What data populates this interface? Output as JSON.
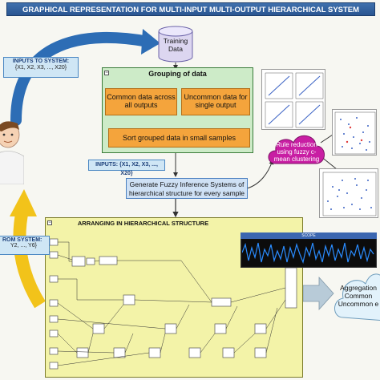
{
  "title": "GRAPHICAL REPRESENTATION FOR MULTI-INPUT MULTI-OUTPUT HIERARCHICAL SYSTEM",
  "training_data": "Training Data",
  "inputs_to_system": {
    "heading": "INPUTS TO SYSTEM:",
    "vars": "{X1, X2, X3, ..., X20}"
  },
  "grouping": {
    "title": "Grouping of data",
    "common": "Common data across all outputs",
    "uncommon": "Uncommon data for single output",
    "sort": "Sort grouped data in small samples"
  },
  "inputs_small": "INPUTS: {X1, X2, X3, ..., X20}",
  "fis": "Generate Fuzzy Inference Systems of hierarchical structure for every sample",
  "rule_reduction": "Rule reduction using fuzzy c-mean clustering",
  "hierarchy_title": "ARRANGING IN HIERARCHICAL STRUCTURE",
  "scope_title": "SCOPE",
  "outputs_from_system": {
    "heading": "ROM SYSTEM:",
    "vars": "Y2, ..., Y6}"
  },
  "aggregation": "Aggregation Common Uncommon e",
  "colors": {
    "title_blue": "#2f5f9e",
    "green_panel": "#cdebc8",
    "orange_box": "#f4a43c",
    "yellow_panel": "#f3f3a8",
    "arrow_blue": "#2d6db5",
    "arrow_yellow": "#f2c31a"
  }
}
